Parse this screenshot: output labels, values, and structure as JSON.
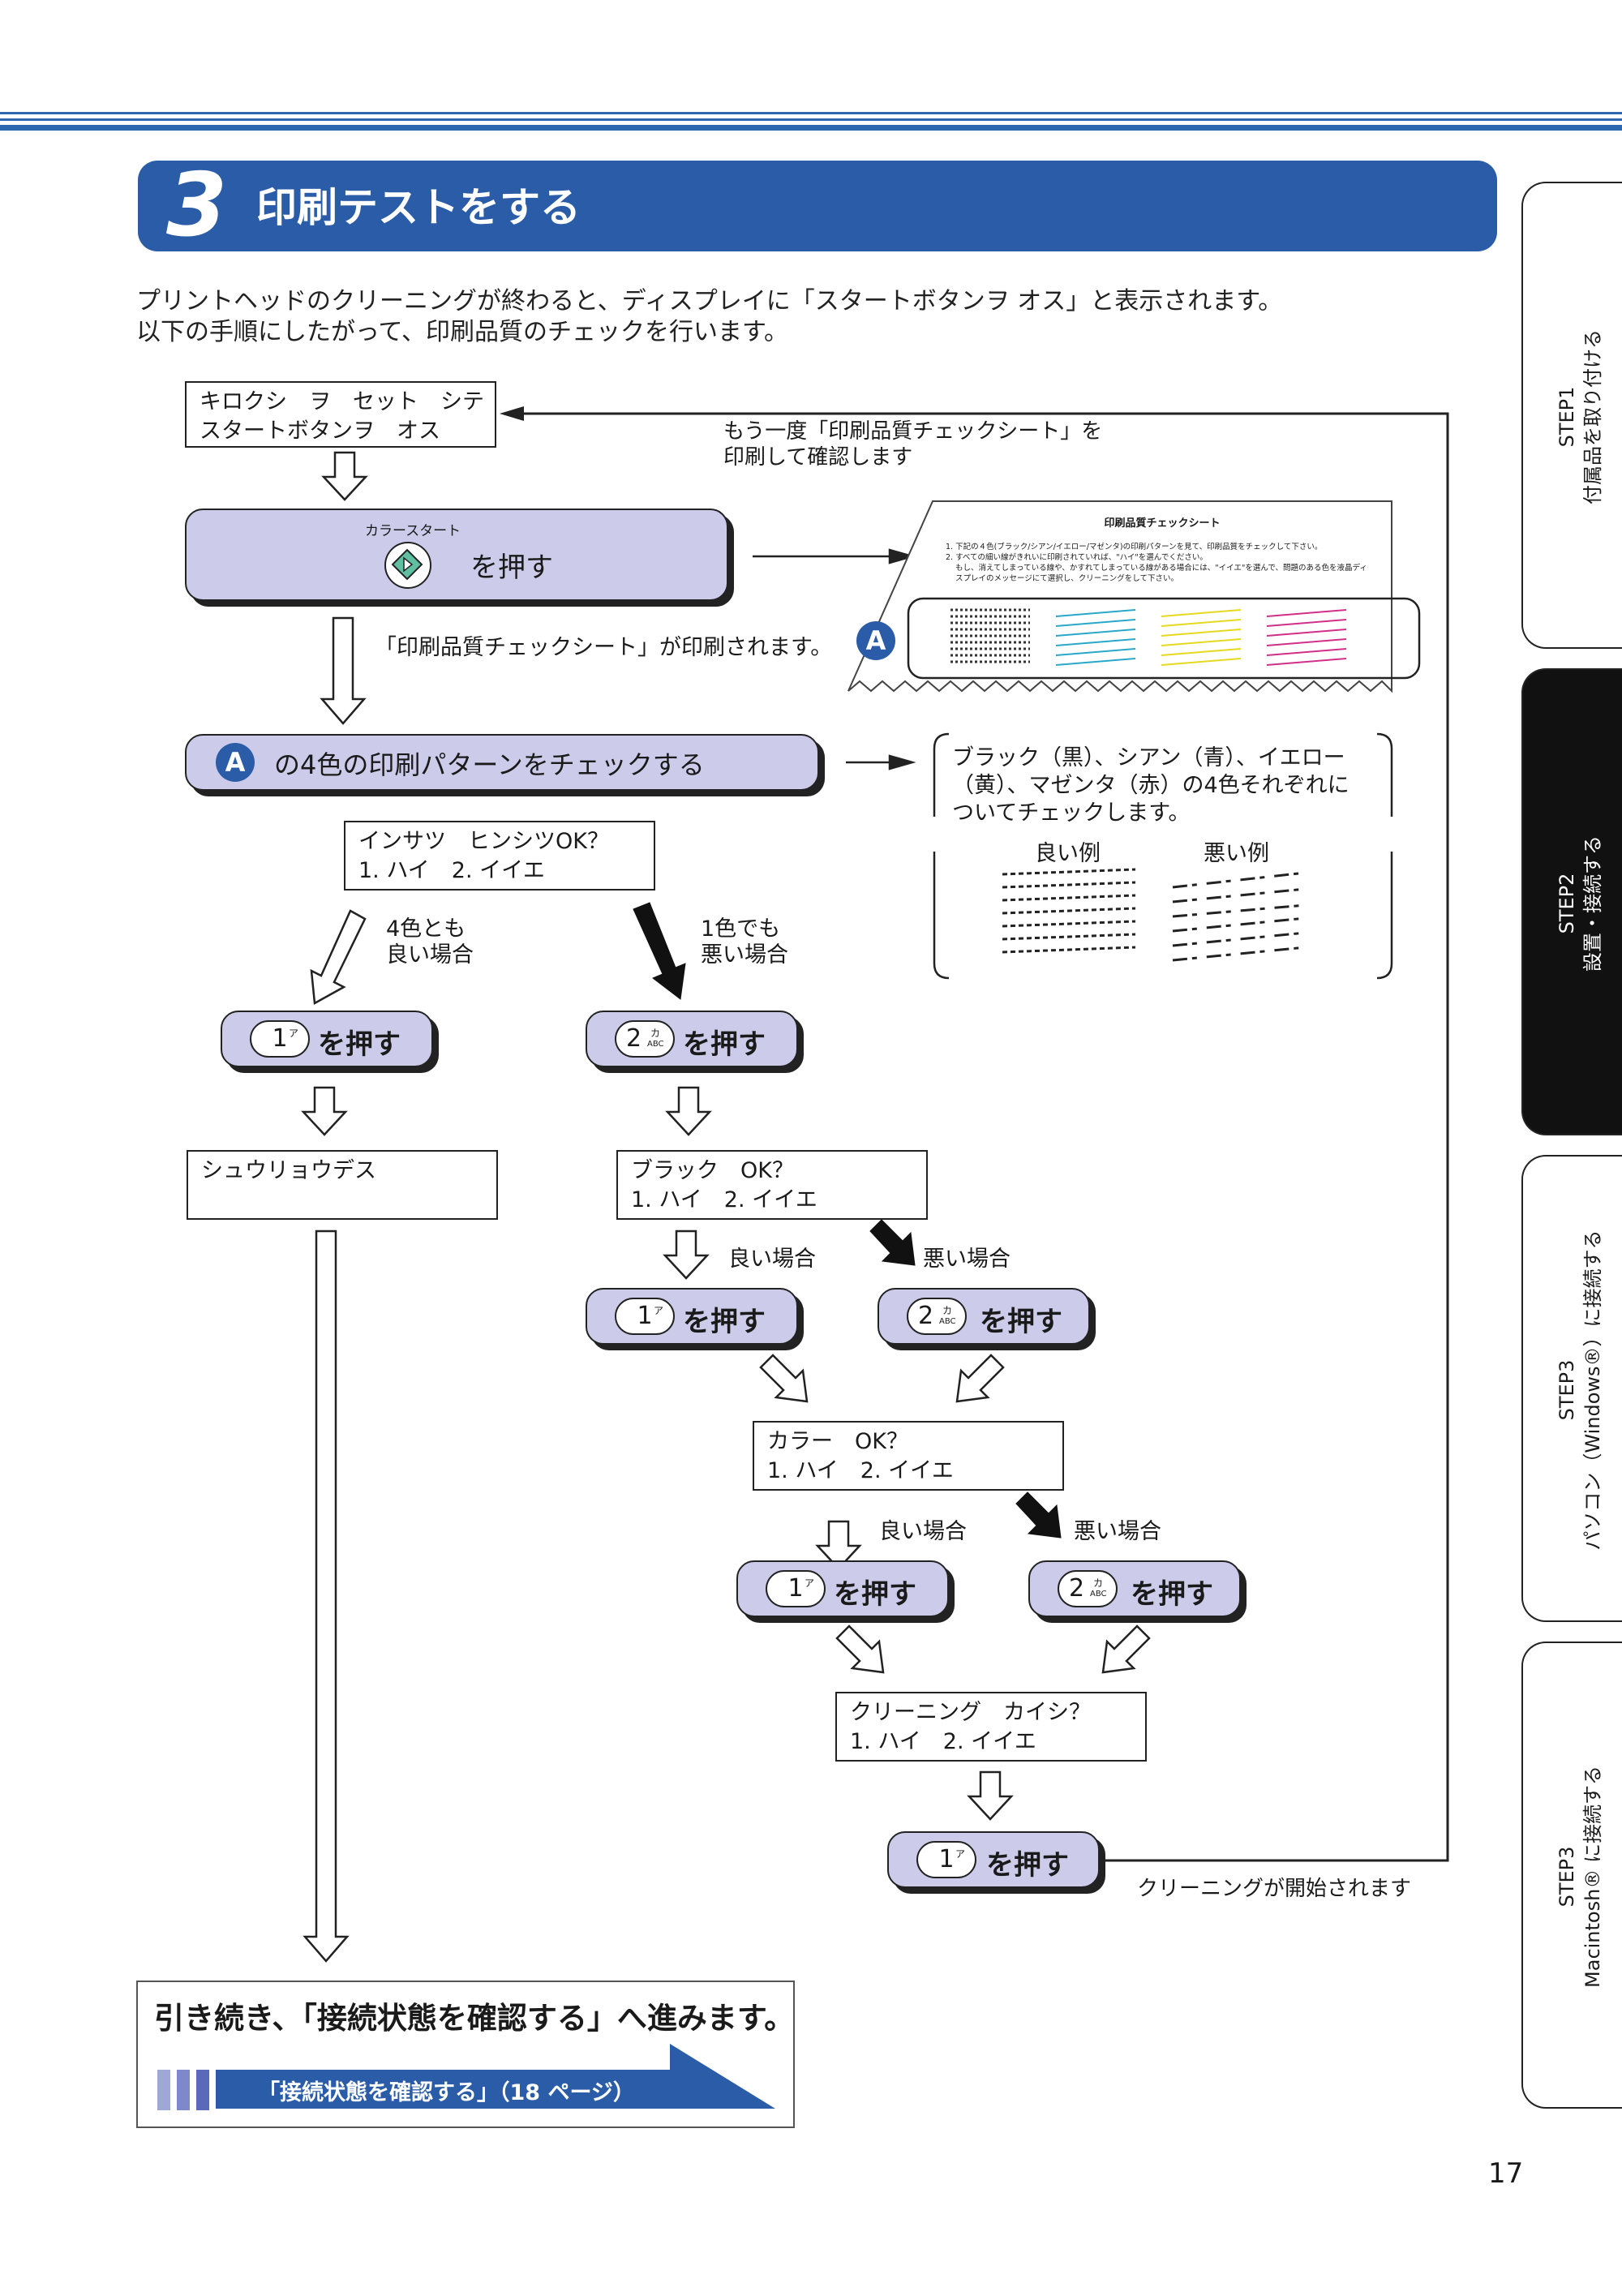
{
  "section": {
    "number": "3",
    "title": "印刷テストをする"
  },
  "intro": {
    "line1": "プリントヘッドのクリーニングが終わると、ディスプレイに「スタートボタンヲ オス」と表示されます。",
    "line2": "以下の手順にしたがって、印刷品質のチェックを行います。"
  },
  "flow": {
    "lcd_start": {
      "line1": "キロクシ　ヲ　セット　シテ",
      "line2": "スタートボタンヲ　オス"
    },
    "reprint_note": {
      "line1": "もう一度「印刷品質チェックシート」を",
      "line2": "印刷して確認します"
    },
    "color_start": {
      "key_label": "カラースタート",
      "action": "を押す"
    },
    "printed_note": "「印刷品質チェックシート」が印刷されます。",
    "marker": "A",
    "check_step": "の4色の印刷パターンをチェックする",
    "check_note": {
      "line1": "ブラック（黒）、シアン（青）、イエロー",
      "line2": "（黄）、マゼンタ（赤）の4色それぞれに",
      "line3": "ついてチェックします。",
      "good": "良い例",
      "bad": "悪い例"
    },
    "lcd_quality": {
      "line1": "インサツ　ヒンシツOK？",
      "line2": "1. ハイ　2. イイエ"
    },
    "all_good": {
      "line1": "4色とも",
      "line2": "良い場合"
    },
    "one_bad": {
      "line1": "1色でも",
      "line2": "悪い場合"
    },
    "press": "を押す",
    "key1": {
      "num": "1",
      "sub": "ア"
    },
    "key2": {
      "num": "2",
      "sub": "カ",
      "sub2": "ABC"
    },
    "lcd_done": {
      "line1": "シュウリョウデス"
    },
    "lcd_black": {
      "line1": "ブラック　OK？",
      "line2": "1. ハイ　2. イイエ"
    },
    "good_case": "良い場合",
    "bad_case": "悪い場合",
    "lcd_color": {
      "line1": "カラー　OK？",
      "line2": "1. ハイ　2. イイエ"
    },
    "lcd_clean": {
      "line1": "クリーニング　カイシ？",
      "line2": "1. ハイ　2. イイエ"
    },
    "clean_note": "クリーニングが開始されます"
  },
  "sheet": {
    "title": "印刷品質チェックシート",
    "line1": "1. 下記の４色(ブラック/シアン/イエロー/マゼンタ)の印刷パターンを見て、印刷品質をチェックして下さい。",
    "line2": "2. すべての細い線がきれいに印刷されていれば、\"ハイ\"を選んでください。",
    "line3": "もし、消えてしまっている線や、かすれてしまっている線がある場合には、\"イイエ\"を選んで、問題のある色を液晶ディ",
    "line4": "スプレイのメッセージにて選択し、クリーニングをして下さい。"
  },
  "next": {
    "heading": "引き続き、「接続状態を確認する」へ進みます。",
    "link": "「接続状態を確認する」（18 ページ）"
  },
  "tabs": [
    {
      "line1": "STEP1",
      "line2": "付属品を取り付ける"
    },
    {
      "line1": "STEP2",
      "line2": "設置・接続する"
    },
    {
      "line1": "STEP3",
      "line2": "パソコン（Windows®）に接続する"
    },
    {
      "line1": "STEP3",
      "line2": "Macintosh® に接続する"
    }
  ],
  "page_number": "17",
  "colors": {
    "accent": "#2a5ca8",
    "button": "#ccccea",
    "cyan": "#2aa8c8",
    "yellow": "#e8d820",
    "magenta": "#d0308a"
  }
}
